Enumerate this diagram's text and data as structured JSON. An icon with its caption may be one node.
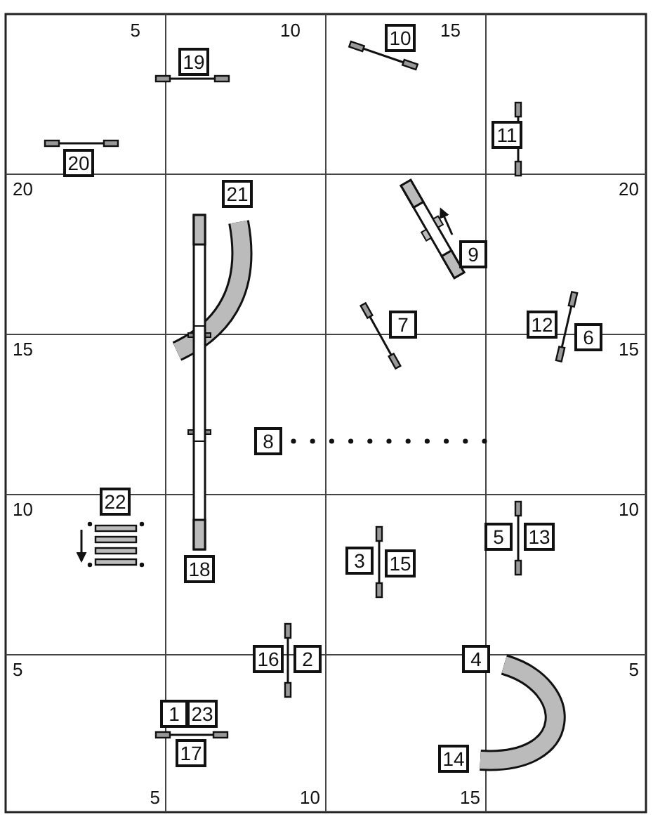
{
  "diagram": {
    "nodes": [
      {
        "text": [
          "19"
        ]
      },
      {
        "text": [
          "10"
        ]
      },
      {
        "text": [
          "11"
        ]
      },
      {
        "text": [
          "20"
        ]
      },
      {
        "text": [
          "21"
        ]
      },
      {
        "text": [
          "9"
        ]
      },
      {
        "text": [
          "7"
        ]
      },
      {
        "text": [
          "12"
        ]
      },
      {
        "text": [
          "6"
        ]
      },
      {
        "text": [
          "8"
        ]
      },
      {
        "text": [
          "22"
        ]
      },
      {
        "text": [
          "5"
        ]
      },
      {
        "text": [
          "13"
        ]
      },
      {
        "text": [
          "3"
        ]
      },
      {
        "text": [
          "15"
        ]
      },
      {
        "text": [
          "18"
        ]
      },
      {
        "text": [
          "16"
        ]
      },
      {
        "text": [
          "2"
        ]
      },
      {
        "text": [
          "4"
        ]
      },
      {
        "text": [
          "1"
        ]
      },
      {
        "text": [
          "23"
        ]
      },
      {
        "text": [
          "17"
        ]
      },
      {
        "text": [
          "14"
        ]
      }
    ],
    "labels": [
      "5",
      "10",
      "15",
      "20",
      "20",
      "15",
      "15",
      "10",
      "10",
      "5",
      "5",
      "5",
      "10",
      "15"
    ]
  }
}
